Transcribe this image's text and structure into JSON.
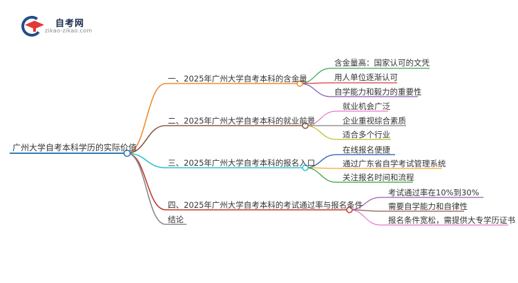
{
  "logo": {
    "title": "自考网",
    "url": "zikao-zikao.com",
    "colors": {
      "primary": "#1f4e8c",
      "accent": "#e53935"
    }
  },
  "mindmap": {
    "root": {
      "label": "广州大学自考本科学历的实际价值"
    },
    "branches": [
      {
        "label": "一、2025年广州大学自考本科的含金量",
        "color": "#f08c2e",
        "children": [
          {
            "label": "含金量高：国家认可的文凭",
            "color": "#36a64f"
          },
          {
            "label": "用人单位逐渐认可",
            "color": "#d83a3a"
          },
          {
            "label": "自学能力和毅力的重要性",
            "color": "#8b55b6"
          }
        ]
      },
      {
        "label": "二、2025年广州大学自考本科的就业前景",
        "color": "#8a5a44",
        "children": [
          {
            "label": "就业机会广泛",
            "color": "#e377c2"
          },
          {
            "label": "企业重视综合素质",
            "color": "#7f7f7f"
          },
          {
            "label": "适合多个行业",
            "color": "#bcbd22"
          }
        ]
      },
      {
        "label": "三、2025年广州大学自考本科的报名入口",
        "color": "#2bc3d6",
        "children": [
          {
            "label": "在线报名便捷",
            "color": "#1f4fb0"
          },
          {
            "label": "通过广东省自学考试管理系统",
            "color": "#f5a623"
          },
          {
            "label": "关注报名时间和流程",
            "color": "#2ca02c"
          }
        ]
      },
      {
        "label": "四、2025年广州大学自考本科的考试通过率与报名条件",
        "color": "#c0392b",
        "children": [
          {
            "label": "考试通过率在10%到30%",
            "color": "#9b59b6"
          },
          {
            "label": "需要自学能力和自律性",
            "color": "#8c564b"
          },
          {
            "label": "报名条件宽松，需提供大专学历证书",
            "color": "#e377c2"
          }
        ]
      },
      {
        "label": "结论",
        "color": "#888888",
        "children": []
      }
    ]
  }
}
